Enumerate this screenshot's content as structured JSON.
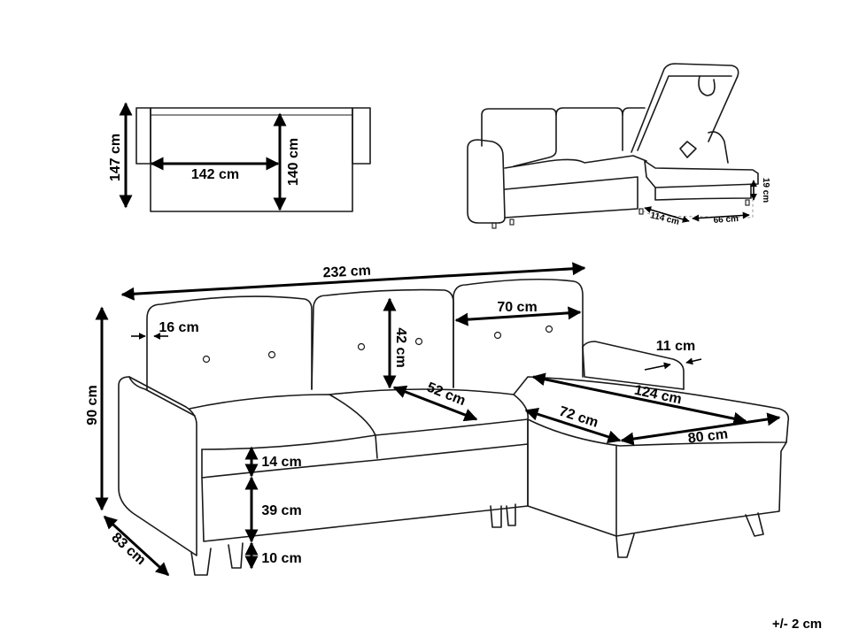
{
  "tolerance": "+/- 2 cm",
  "bed_view": {
    "depth_label": "147 cm",
    "bed_width_label": "142 cm",
    "bed_length_label": "140 cm"
  },
  "storage_view": {
    "depth_label": "114 cm",
    "width_label": "66 cm",
    "height_label": "19 cm"
  },
  "main_view": {
    "total_width": "232 cm",
    "height": "90 cm",
    "depth": "83 cm",
    "armrest_width": "16 cm",
    "backrest_height": "42 cm",
    "chaise_back_width": "70 cm",
    "chaise_armrest_width": "11 cm",
    "chaise_length": "124 cm",
    "seat_depth": "52 cm",
    "chaise_inner": "72 cm",
    "chaise_width": "80 cm",
    "cushion_thickness": "14 cm",
    "seat_base_height": "39 cm",
    "leg_height": "10 cm"
  }
}
